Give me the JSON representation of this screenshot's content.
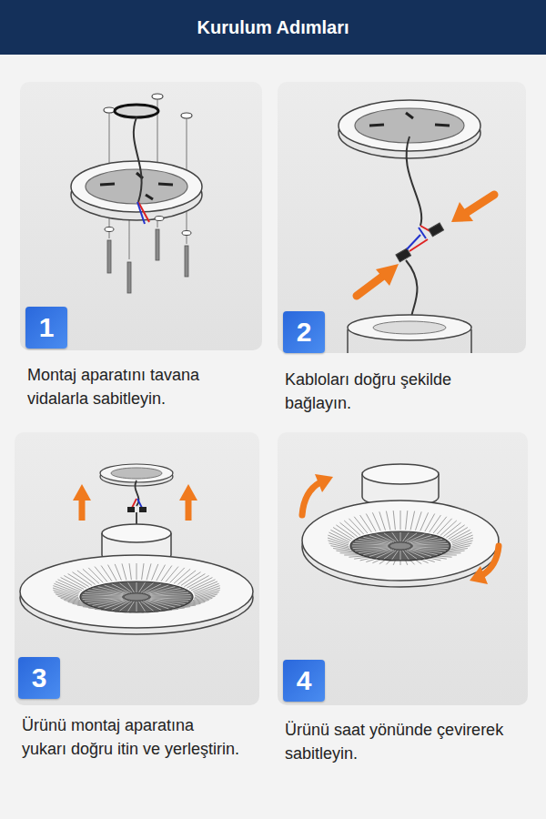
{
  "diagram": {
    "title": "Kurulum Adımları",
    "nodes": [
      {
        "text": [
          "Montaj aparatını tavana vidalarla sabitleyin."
        ]
      },
      {
        "text": [
          "1"
        ],
        "in": 0
      },
      {
        "text": [
          "Kabloları doğru şekilde bağlayın."
        ]
      },
      {
        "text": [
          "2"
        ],
        "in": 2
      },
      {
        "text": [
          "Ürünü montaj aparatına yukarı doğru itin ve yerleştirin."
        ]
      },
      {
        "text": [
          "3"
        ],
        "in": 4
      },
      {
        "text": [
          "Ürünü saat yönünde çevirerek sabitleyin."
        ]
      },
      {
        "text": [
          "4"
        ],
        "in": 6
      }
    ]
  }
}
